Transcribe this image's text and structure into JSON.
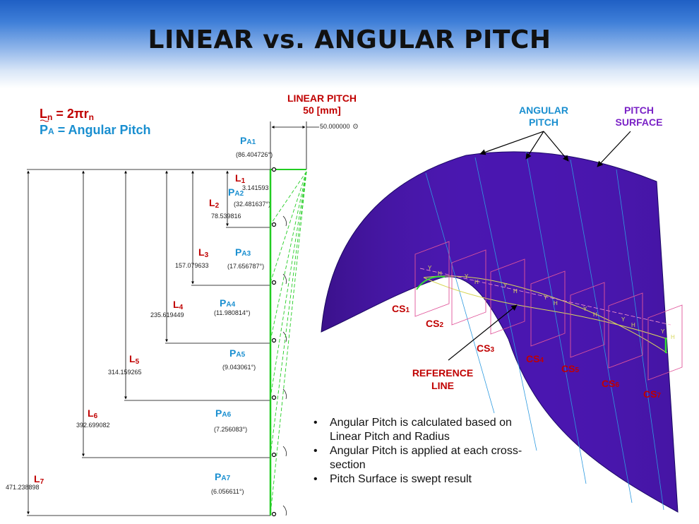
{
  "title": "LINEAR vs. ANGULAR PITCH",
  "formula": {
    "ln_main": "L",
    "ln_sub": "n",
    "ln_rest": " = 2πr",
    "ln_sub2": "n",
    "pa_main": "P",
    "pa_sub": "A",
    "pa_rest": " = Angular Pitch"
  },
  "linear_pitch": {
    "label": "LINEAR PITCH",
    "value": "50 [mm]",
    "dimension": "50.000000"
  },
  "lengths": [
    {
      "main": "L",
      "sub": "1",
      "value": "3.141593"
    },
    {
      "main": "L",
      "sub": "2",
      "value": "78.539816"
    },
    {
      "main": "L",
      "sub": "3",
      "value": "157.079633"
    },
    {
      "main": "L",
      "sub": "4",
      "value": "235.619449"
    },
    {
      "main": "L",
      "sub": "5",
      "value": "314.159265"
    },
    {
      "main": "L",
      "sub": "6",
      "value": "392.699082"
    },
    {
      "main": "L",
      "sub": "7",
      "value": "471.238898"
    }
  ],
  "angles": [
    {
      "main": "P",
      "sub": "A1",
      "value": "(86.404726°)"
    },
    {
      "main": "P",
      "sub": "A2",
      "value": "(32.481637°)"
    },
    {
      "main": "P",
      "sub": "A3",
      "value": "(17.656787°)"
    },
    {
      "main": "P",
      "sub": "A4",
      "value": "(11.980814°)"
    },
    {
      "main": "P",
      "sub": "A5",
      "value": "(9.043061°)"
    },
    {
      "main": "P",
      "sub": "A6",
      "value": "(7.256083°)"
    },
    {
      "main": "P",
      "sub": "A7",
      "value": "(6.056611°)"
    }
  ],
  "right": {
    "angular_pitch": [
      "ANGULAR",
      "PITCH"
    ],
    "pitch_surface": [
      "PITCH",
      "SURFACE"
    ],
    "reference_line": [
      "REFERENCE",
      "LINE"
    ],
    "cross_sections": [
      {
        "main": "CS",
        "sub": "1"
      },
      {
        "main": "CS",
        "sub": "2"
      },
      {
        "main": "CS",
        "sub": "3"
      },
      {
        "main": "CS",
        "sub": "4"
      },
      {
        "main": "CS",
        "sub": "5"
      },
      {
        "main": "CS",
        "sub": "6"
      },
      {
        "main": "CS",
        "sub": "7"
      }
    ]
  },
  "bullets": [
    "Angular Pitch is calculated based on Linear Pitch and Radius",
    "Angular Pitch is applied at each cross-section",
    "Pitch Surface is swept result"
  ],
  "colors": {
    "red": "#c00000",
    "blue": "#1a8fd0",
    "purple": "#7a22c6",
    "surface": "#4a16b0",
    "green": "#22cc22"
  }
}
